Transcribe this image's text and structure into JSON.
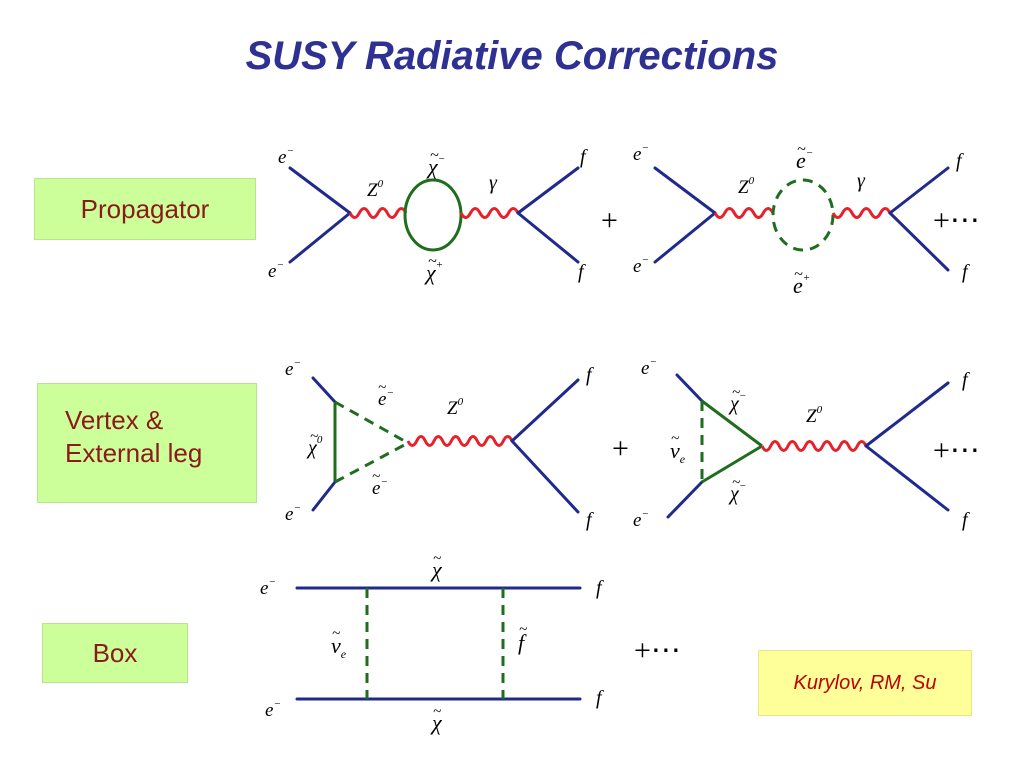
{
  "title": "SUSY Radiative Corrections",
  "labels": {
    "propagator": "Propagator",
    "vertex_line1": "Vertex &",
    "vertex_line2": "External leg",
    "box": "Box"
  },
  "credit": "Kurylov, RM, Su",
  "particles": {
    "e_minus": "e",
    "minus": "−",
    "plus": "+",
    "f": "f",
    "z": "Z",
    "zero": "0",
    "gamma": "γ",
    "chi": "χ",
    "tilde": "~",
    "nu": "ν",
    "e_sub": "e"
  },
  "operators": {
    "plus": "+",
    "plus_dots": "+⋯"
  }
}
